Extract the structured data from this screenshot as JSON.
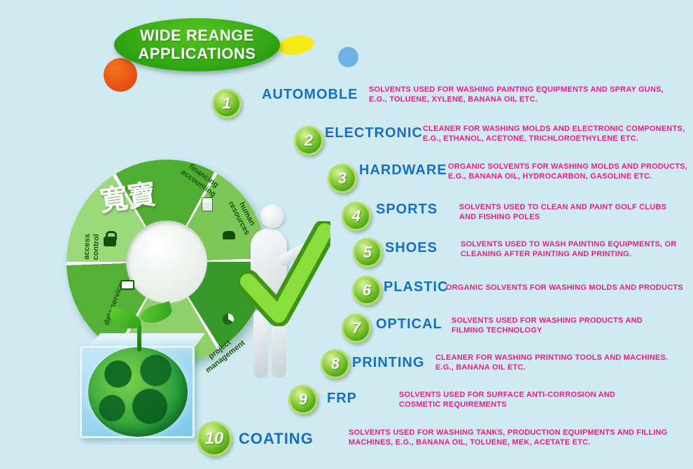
{
  "badge": {
    "line1": "WIDE REANGE",
    "line2": "APPLICATIONS"
  },
  "wheel": {
    "brand": "寬寶",
    "segments": [
      "financing accounting",
      "human resources",
      "access control",
      "data service",
      "project management"
    ]
  },
  "items": [
    {
      "num": "1",
      "title": "AUTOMOBLE",
      "desc": "SOLVENTS USED FOR WASHING PAINTING EQUIPMENTS AND SPRAY GUNS, E.G., TOLUENE, XYLENE, BANANA OIL ETC."
    },
    {
      "num": "2",
      "title": "ELECTRONIC",
      "desc": "CLEANER FOR WASHING MOLDS AND ELECTRONIC COMPONENTS, E.G., ETHANOL, ACETONE, TRICHLOROETHYLENE ETC."
    },
    {
      "num": "3",
      "title": "HARDWARE",
      "desc": "ORGANIC SOLVENTS FOR WASHING MOLDS AND PRODUCTS, E.G., BANANA OIL, HYDROCARBON, GASOLINE ETC."
    },
    {
      "num": "4",
      "title": "SPORTS",
      "desc": "SOLVENTS USED TO CLEAN AND  PAINT GOLF CLUBS AND FISHING POLES"
    },
    {
      "num": "5",
      "title": "SHOES",
      "desc": "SOLVENTS USED TO WASH PAINTING EQUIPMENTS, OR CLEANING AFTER PAINTING AND PRINTING."
    },
    {
      "num": "6",
      "title": "PLASTIC",
      "desc": "ORGANIC SOLVENTS FOR WASHING MOLDS AND PRODUCTS"
    },
    {
      "num": "7",
      "title": "OPTICAL",
      "desc": "SOLVENTS USED FOR WASHING PRODUCTS AND FILMING TECHNOLOGY"
    },
    {
      "num": "8",
      "title": "PRINTING",
      "desc": "CLEANER FOR WASHING PRINTING TOOLS AND MACHINES. E.G., BANANA OIL ETC."
    },
    {
      "num": "9",
      "title": "FRP",
      "desc": "SOLVENTS USED FOR SURFACE ANTI-CORROSION AND COSMETIC REQUIREMENTS"
    },
    {
      "num": "10",
      "title": "COATING",
      "desc": "SOLVENTS USED FOR WASHING  TANKS, PRODUCTION EQUIPMENTS AND FILLING MACHINES, E.G., BANANA OIL, TOLUENE, MEK, ACETATE ETC."
    }
  ],
  "colors": {
    "background": "#cfeaf1",
    "badge_green": "#3cb51c",
    "title_blue": "#1570c4",
    "desc_pink": "#ee1d8a",
    "check_green": "#8ade3c"
  }
}
